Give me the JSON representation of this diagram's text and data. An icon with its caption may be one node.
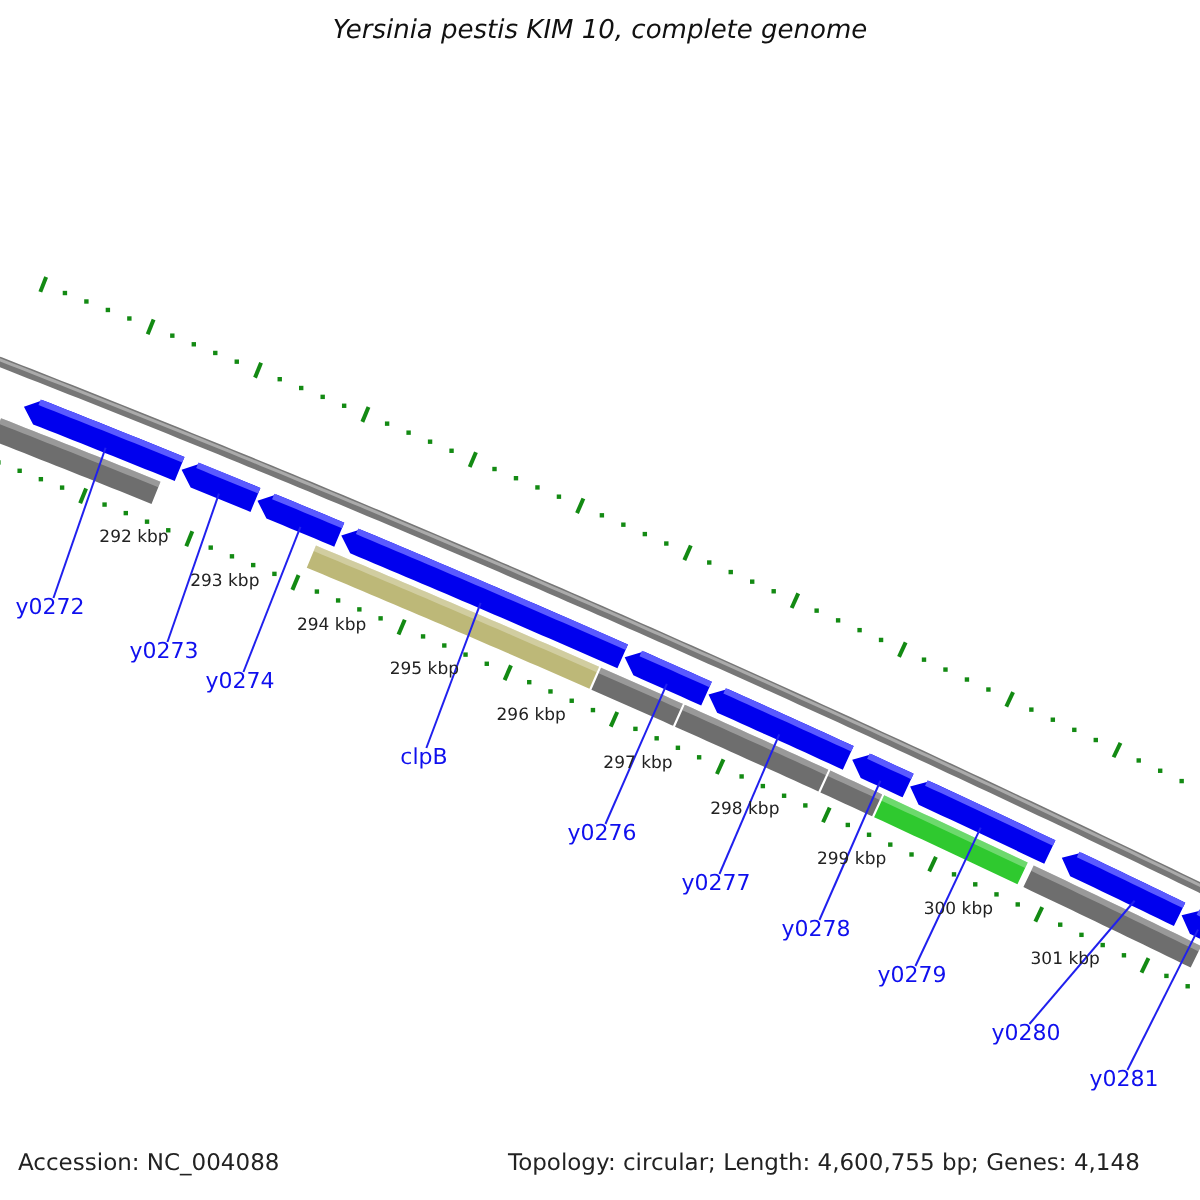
{
  "diagram": {
    "title": "Yersinia pestis KIM 10, complete genome",
    "nodes": [
      {
        "text": [
          "y0272"
        ]
      },
      {
        "text": [
          "y0273"
        ]
      },
      {
        "text": [
          "y0274"
        ]
      },
      {
        "text": [
          "clpB"
        ]
      },
      {
        "text": [
          "y0276"
        ]
      },
      {
        "text": [
          "y0277"
        ]
      },
      {
        "text": [
          "y0278"
        ]
      },
      {
        "text": [
          "y0279"
        ]
      },
      {
        "text": [
          "y0280"
        ]
      },
      {
        "text": [
          "y0281"
        ]
      },
      {
        "text": [],
        "shape": "bar"
      },
      {
        "text": [],
        "shape": "bar"
      },
      {
        "text": [],
        "shape": "bar"
      },
      {
        "text": [],
        "shape": "bar"
      },
      {
        "text": [],
        "shape": "bar"
      },
      {
        "text": [],
        "shape": "bar"
      },
      {
        "text": [],
        "shape": "bar"
      },
      {
        "text": [],
        "shape": "bar"
      },
      {
        "text": [],
        "shape": "bar"
      },
      {
        "text": [],
        "shape": "bar"
      }
    ],
    "edges": [
      {
        "from": 0,
        "to": 10,
        "arrow": "none"
      },
      {
        "from": 1,
        "to": 11,
        "arrow": "none"
      },
      {
        "from": 2,
        "to": 12,
        "arrow": "none"
      },
      {
        "from": 3,
        "to": 13,
        "arrow": "none"
      },
      {
        "from": 4,
        "to": 14,
        "arrow": "none"
      },
      {
        "from": 5,
        "to": 15,
        "arrow": "none"
      },
      {
        "from": 6,
        "to": 16,
        "arrow": "none"
      },
      {
        "from": 7,
        "to": 17,
        "arrow": "none"
      },
      {
        "from": 8,
        "to": 18,
        "arrow": "none"
      },
      {
        "from": 9,
        "to": 19,
        "arrow": "none"
      }
    ],
    "labels": [
      "292 kbp",
      "293 kbp",
      "294 kbp",
      "295 kbp",
      "296 kbp",
      "297 kbp",
      "298 kbp",
      "299 kbp",
      "300 kbp",
      "301 kbp",
      "Accession: NC_004088",
      "Topology: circular; Length: 4,600,755 bp; Genes: 4,148"
    ]
  }
}
